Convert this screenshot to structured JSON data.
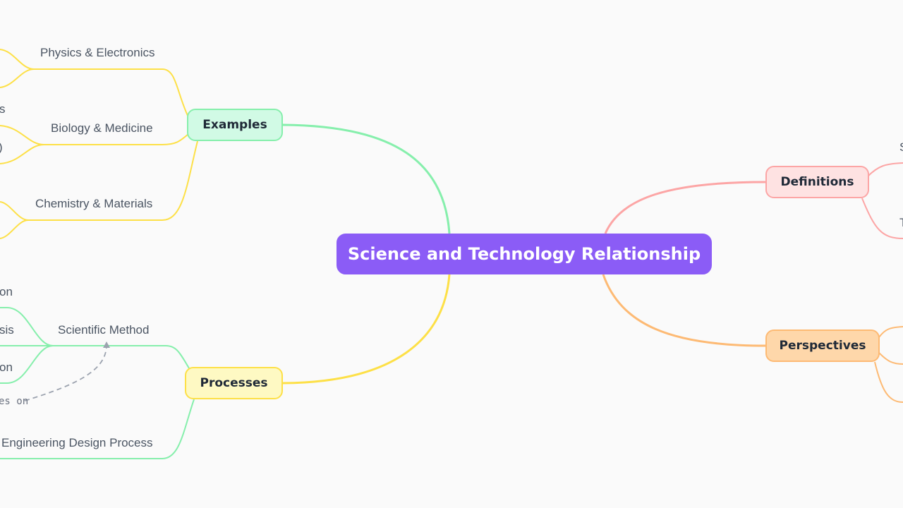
{
  "root": {
    "label": "Science and Technology Relationship"
  },
  "branches": {
    "examples": {
      "label": "Examples"
    },
    "processes": {
      "label": "Processes"
    },
    "definitions": {
      "label": "Definitions"
    },
    "perspectives": {
      "label": "Perspectives"
    }
  },
  "examples_children": {
    "physics": "Physics & Electronics",
    "biology": "Biology & Medicine",
    "chemistry": "Chemistry & Materials"
  },
  "processes_children": {
    "scientific_method": "Scientific Method",
    "engineering_design": "Engineering Design Process"
  },
  "partial_labels": {
    "bio_top": "s",
    "bio_bottom": ")",
    "sm_top": "on",
    "sm_mid": "sis",
    "sm_bottom": "on",
    "edge_relation": "es on",
    "def_top": "S",
    "def_bottom": "T"
  },
  "colors": {
    "root": "#8b5cf6",
    "examples": "#86efac",
    "processes": "#fde047",
    "definitions": "#fca5a5",
    "perspectives": "#fdba74",
    "background": "#fafafa"
  }
}
